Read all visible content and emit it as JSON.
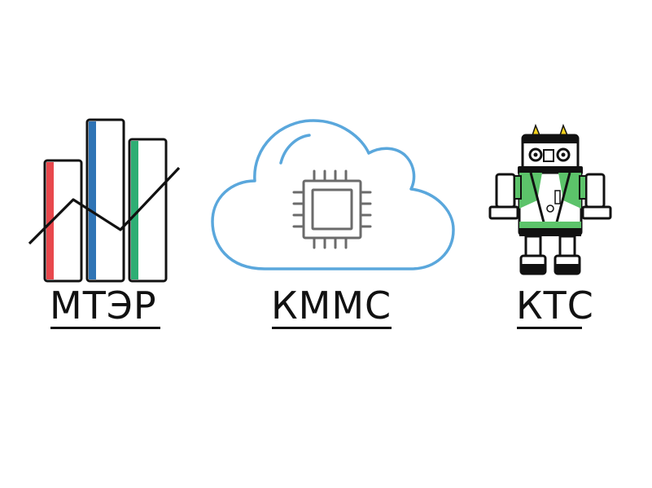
{
  "logos": [
    {
      "label": "МТЭР",
      "icon": "bar-chart-trend-icon"
    },
    {
      "label": "КММС",
      "icon": "cloud-chip-icon"
    },
    {
      "label": "КТС",
      "icon": "robot-icon"
    }
  ],
  "colors": {
    "ink": "#111111",
    "red": "#e8484d",
    "blue": "#2f74b5",
    "green": "#2eae74",
    "cloud": "#5aa7dc",
    "chip": "#6b6b6b",
    "robot_green": "#5cc36a",
    "robot_yellow": "#f2d11b"
  }
}
